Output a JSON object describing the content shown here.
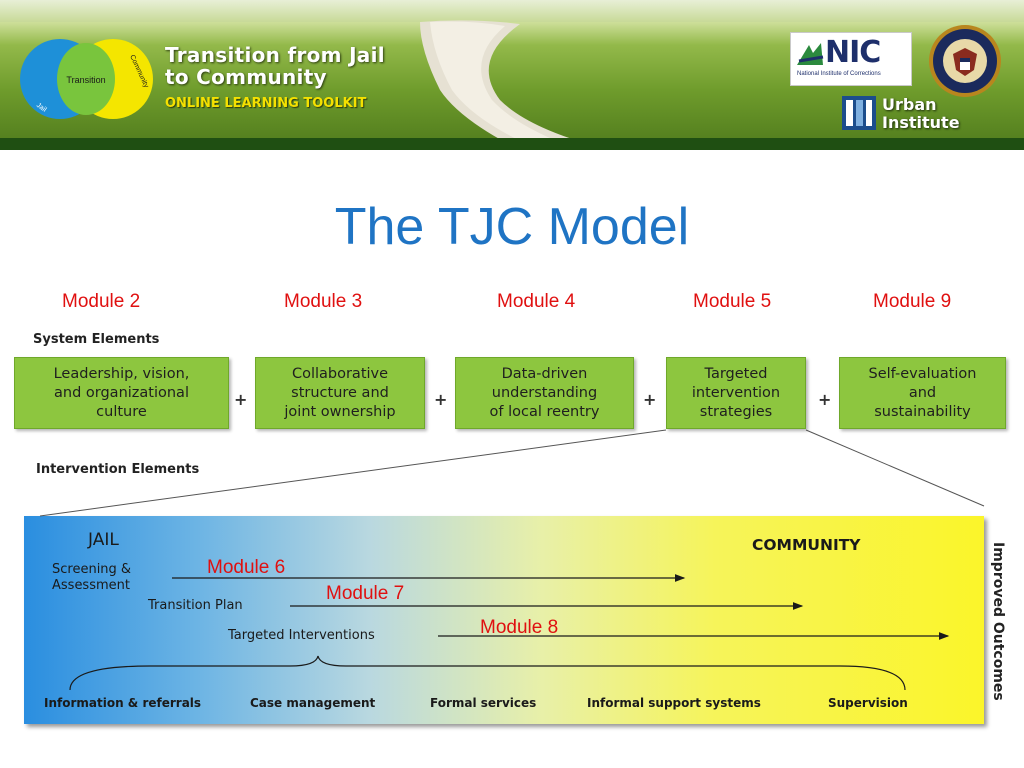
{
  "banner": {
    "logo_inner_text": "Transition",
    "logo_left_text": "Jail",
    "logo_right_text": "Community",
    "title_line1": "Transition from Jail",
    "title_line2": "to Community",
    "subtitle": "ONLINE LEARNING TOOLKIT",
    "nic_text": "NIC",
    "nic_subtext": "National Institute of Corrections",
    "urban_line1": "Urban",
    "urban_line2": "Institute"
  },
  "slide": {
    "title": "The TJC Model",
    "modules_top": [
      "Module 2",
      "Module 3",
      "Module 4",
      "Module 5",
      "Module 9"
    ],
    "system_elements_label": "System Elements",
    "system_elements": [
      [
        "Leadership, vision,",
        "and organizational",
        "culture"
      ],
      [
        "Collaborative",
        "structure and",
        "joint ownership"
      ],
      [
        "Data-driven",
        "understanding",
        "of local reentry"
      ],
      [
        "Targeted",
        "intervention",
        "strategies"
      ],
      [
        "Self-evaluation",
        "and",
        "sustainability"
      ]
    ],
    "plus_sign": "+",
    "intervention_elements_label": "Intervention Elements",
    "jail_label": "JAIL",
    "community_label": "COMMUNITY",
    "screening_line1": "Screening &",
    "screening_line2": "Assessment",
    "transition_plan": "Transition Plan",
    "targeted_interventions": "Targeted  Interventions",
    "module_6": "Module 6",
    "module_7": "Module 7",
    "module_8": "Module 8",
    "improved_outcomes": "Improved Outcomes",
    "bottom_items": [
      "Information & referrals",
      "Case management",
      "Formal services",
      "Informal support systems",
      "Supervision"
    ]
  },
  "colors": {
    "title_blue": "#1f74c4",
    "module_red": "#e01010",
    "box_green": "#8dc63f",
    "banner_yellow": "#f5e100"
  }
}
